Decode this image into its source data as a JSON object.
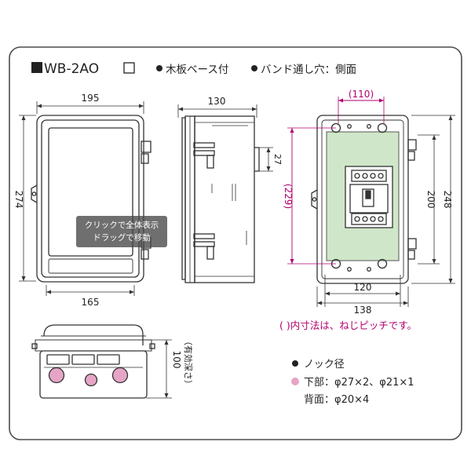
{
  "header": {
    "model": "WB-2AO",
    "feature_1": "木板ベース付",
    "feature_2": "バンド通し穴：側面"
  },
  "dimensions": {
    "front_width": "195",
    "front_height": "274",
    "front_bottom_width": "165",
    "side_depth": "130",
    "side_hook": "27",
    "back_pitch_width": "(110)",
    "back_pitch_height": "(229)",
    "back_inner_height": "200",
    "back_outer_height": "248",
    "back_inner_width": "120",
    "back_outer_width": "138",
    "bottom_depth": "100",
    "bottom_depth_note": "（有効深さ）"
  },
  "notes": {
    "pitch_note": "( )内寸法は、ねじピッチです。",
    "knock_title": "ノック径",
    "knock_bottom": "下部：φ27×2、φ21×1",
    "knock_back": "背面：φ20×4"
  },
  "tooltip": {
    "line1": "クリックで全体表示",
    "line2": "ドラッグで移動"
  },
  "colors": {
    "border": "#4d4d4d",
    "line": "#333333",
    "accent_magenta": "#b0006e",
    "fill_pink": "#e7a5c6",
    "fill_green": "#cfe7c8",
    "tooltip_bg": "#464646"
  }
}
